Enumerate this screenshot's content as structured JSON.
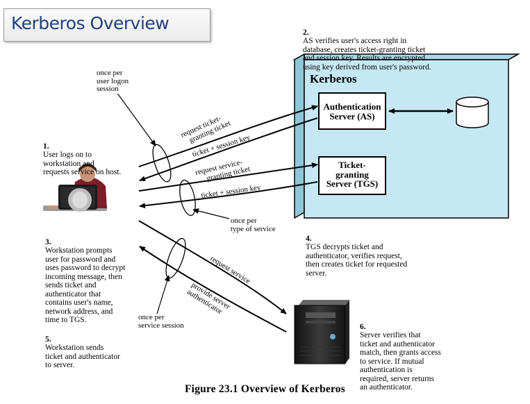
{
  "slide_title": "Kerberos Overview",
  "kerberos_label": "Kerberos",
  "as_box": "Authentication\nServer (AS)",
  "tgs_box": "Ticket-\ngranting\nServer (TGS)",
  "notes": {
    "step1_num": "1.",
    "step1": "User logs on to\nworkstation and\nrequests service on host.",
    "step2_num": "2.",
    "step2": "AS verifies user's access right in\ndatabase, creates ticket-granting ticket\nand session key. Results are encrypted\nusing key derived from user's password.",
    "step3_num": "3.",
    "step3": "Workstation prompts\nuser for password and\nuses password to decrypt\nincoming message, then\nsends ticket and\nauthenticator that\ncontains user's name,\nnetwork address, and\ntime to TGS.",
    "step4_num": "4.",
    "step4": "TGS decrypts ticket and\nauthenticator, verifies request,\nthen creates ticket for requested\nserver.",
    "step5_num": "5.",
    "step5": "Workstation sends\nticket and authenticator\nto server.",
    "step6_num": "6.",
    "step6": "Server verifies that\nticket and authenticator\nmatch, then grants access\nto service. If mutual\nauthentication is\nrequired, server returns\nan authenticator."
  },
  "freq": {
    "logon": "once per\nuser logon\nsession",
    "service_type": "once per\ntype of service",
    "service_session": "once per\nservice session"
  },
  "arrows": {
    "req_tgt": "request ticket-\ngranting ticket",
    "ticket_key_1": "ticket + session key",
    "req_svc_tgt": "request service-\ngranting ticket",
    "ticket_key_2": "ticket + session key",
    "req_service": "request service",
    "provide_auth": "provide server\nauthenticator"
  },
  "figure_caption": "Figure 23.1  Overview of Kerberos",
  "colors": {
    "kerberos_fill": "#c5e8f4",
    "title_text": "#1f3f7a"
  }
}
